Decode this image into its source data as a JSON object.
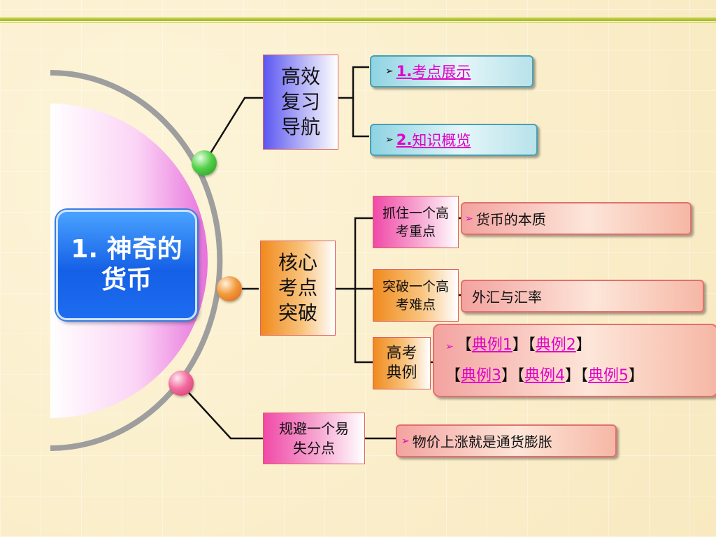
{
  "main_title": "1. 神奇的货币",
  "branches": [
    {
      "label": "高效复习导航",
      "items": [
        {
          "prefix": "1.",
          "text": "考点展示"
        },
        {
          "prefix": "2.",
          "text": "知识概览"
        }
      ]
    },
    {
      "label": "核心考点突破",
      "subs": [
        {
          "label": "抓住一个高考重点",
          "leaf": "货币的本质"
        },
        {
          "label": "突破一个高考难点",
          "leaf": "外汇与汇率"
        },
        {
          "label": "高考典例",
          "examples": [
            "典例1",
            "典例2",
            "典例3",
            "典例4",
            "典例5"
          ]
        }
      ]
    },
    {
      "label": "规避一个易失分点",
      "leaf": "物价上涨就是通货膨胀"
    }
  ],
  "icons": {
    "bullet": "arrow-bullet-icon",
    "dot_green": "green-orb-icon",
    "dot_orange": "orange-orb-icon",
    "dot_pink": "pink-orb-icon"
  },
  "colors": {
    "main_blue": "#1d6cf0",
    "link_magenta": "#e000c8",
    "branch_blue": "#5b57f2",
    "branch_orange": "#f08a1e",
    "branch_pink": "#f04aa8",
    "green_dot": "#57d04b",
    "orange_dot": "#f29a3c",
    "pink_dot": "#f26c9d"
  }
}
